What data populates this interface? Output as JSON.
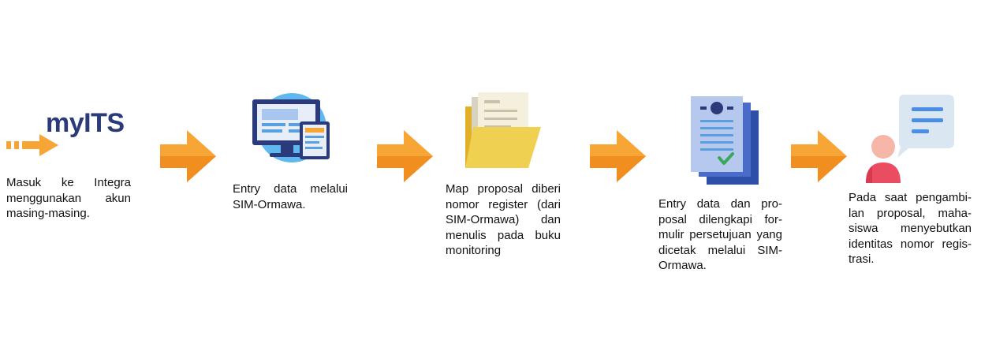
{
  "logo": {
    "text": "myITS",
    "color": "#2a3a7a"
  },
  "colors": {
    "arrow": "#f7a534",
    "arrow_dark": "#f08e1f"
  },
  "steps": [
    {
      "id": 1,
      "text": "Masuk ke Integra menggunakan akun masing-masing."
    },
    {
      "id": 2,
      "text": "Entry data melalui SIM-Ormawa."
    },
    {
      "id": 3,
      "text": "Map proposal diberi nomor register (dari SIM-Ormawa) dan menulis pada buku monitoring"
    },
    {
      "id": 4,
      "text": "Entry data dan pro-posal dilengkapi for-mulir persetujuan yang dicetak melalui SIM-Ormawa."
    },
    {
      "id": 5,
      "text": "Pada saat pengambi-lan proposal, maha-siswa menyebutkan identitas nomor regis-trasi."
    }
  ]
}
